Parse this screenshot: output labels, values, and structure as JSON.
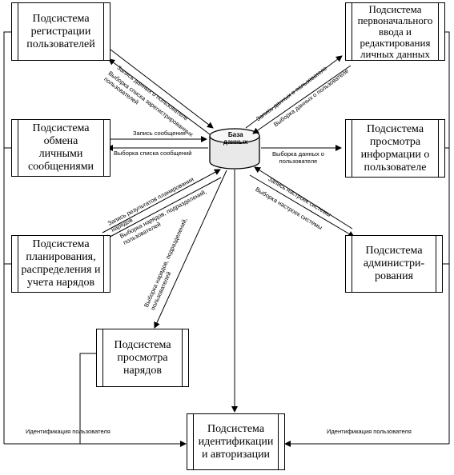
{
  "database": {
    "label": "База\nданных"
  },
  "subsystems": {
    "registration": "Подсистема\nрегистрации\nпользователей",
    "initial_input": "Подсистема\nпервоначального\nввода и\nредактирования\nличных данных",
    "messages": "Подсистема\nобмена\nличными\nсообщениями",
    "user_view": "Подсистема\nпросмотра\nинформации о\nпользователе",
    "planning": "Подсистема\nпланирования,\nраспределения и\nучета нарядов",
    "admin": "Подсистема\nадминистри-\nрования",
    "orders_view": "Подсистема\nпросмотра\nнарядов",
    "auth": "Подсистема\nидентификации\nи авторизации"
  },
  "flows": {
    "reg_write": "Запись  данных о пользователе",
    "reg_select": "Выборка списка зарегистрированных\nпользователей",
    "init_write": "Запись  данных о пользователе",
    "init_select": "Выборка данных о пользователе",
    "msg_write": "Запись сообщения",
    "msg_select": "Выборка списка сообщений",
    "view_select": "Выборка данных о\nпользователе",
    "plan_write": "Запись результатов планирования\nнарядов",
    "plan_select": "Выборка нарядов, подразделений,\nпользователей",
    "admin_write": "Запись  настроек системы",
    "admin_select": "Выборка настроек системы",
    "orders_select": "Выборка нарядов, подразделений,\nпользователей",
    "ident_left": "Идентификация пользователя",
    "ident_right": "Идентификация пользователя"
  }
}
